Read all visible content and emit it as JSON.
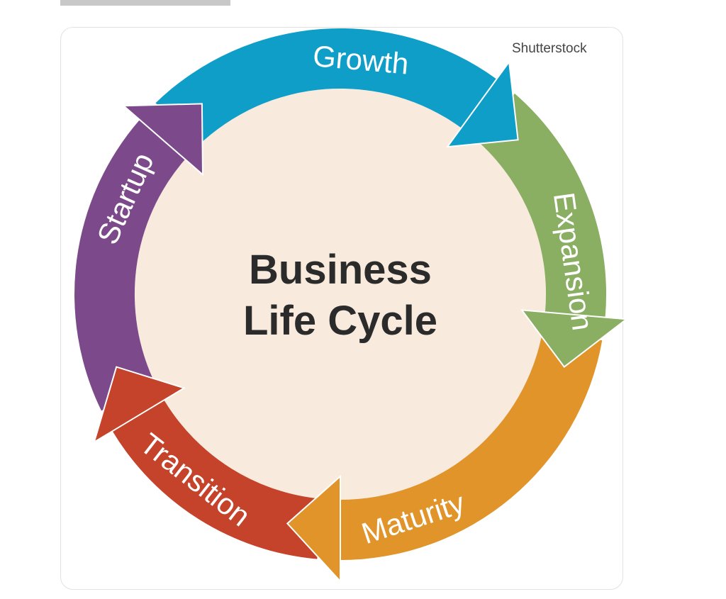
{
  "credit": "Shutterstock",
  "title_line1": "Business",
  "title_line2": "Life Cycle",
  "stages": [
    {
      "label": "Startup",
      "color": "#7c4a8a"
    },
    {
      "label": "Growth",
      "color": "#0e9ec8"
    },
    {
      "label": "Expansion",
      "color": "#8aae62"
    },
    {
      "label": "Maturity",
      "color": "#e0942a"
    },
    {
      "label": "Transition",
      "color": "#c4432a"
    }
  ],
  "center_color": "#f8eadc",
  "title_color": "#2b2b2b"
}
